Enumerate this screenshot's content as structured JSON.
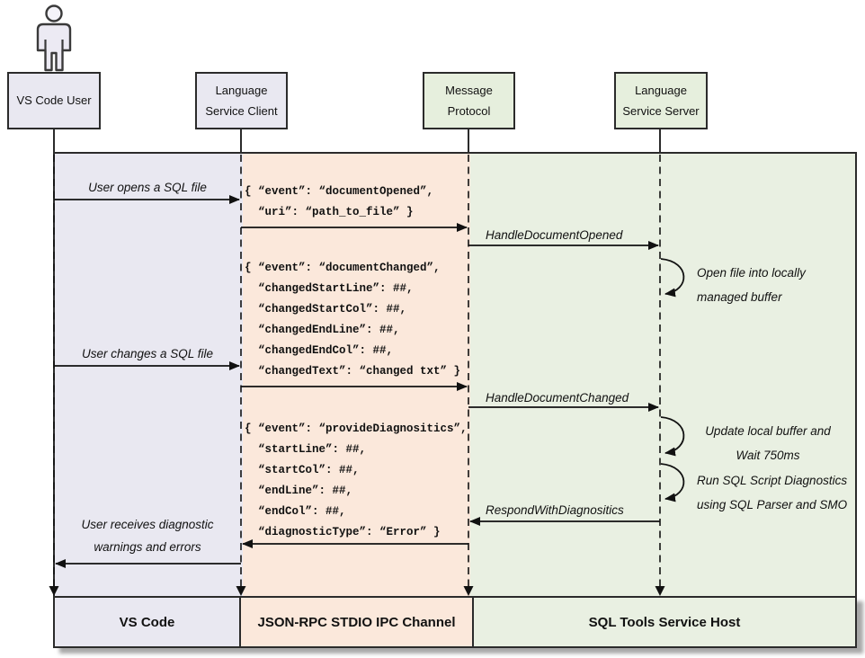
{
  "diagram_title": "VS Code SQL Tools language service sequence diagram",
  "colors": {
    "lavender": "#e9e8f1",
    "peach": "#fbe8db",
    "green": "#e9f0e2",
    "line": "#2b2b2b"
  },
  "actors": [
    {
      "name": "vscode-user",
      "line1": "VS Code User",
      "line2": ""
    },
    {
      "name": "language-service-client",
      "line1": "Language",
      "line2": "Service Client"
    },
    {
      "name": "message-protocol",
      "line1": "Message",
      "line2": "Protocol"
    },
    {
      "name": "language-service-server",
      "line1": "Language",
      "line2": "Service Server"
    }
  ],
  "messages": {
    "user_opens": "User opens a SQL file",
    "user_changes": "User changes a SQL file",
    "user_receives": "User receives diagnostic\nwarnings and errors",
    "handle_document_opened": "HandleDocumentOpened",
    "handle_document_changed": "HandleDocumentChanged",
    "respond_with_diagnostics": "RespondWithDiagnositics"
  },
  "notes": {
    "open_file": "Open file into locally\nmanaged buffer",
    "update_buffer": "Update local buffer and\nWait 750ms",
    "run_diagnostics": "Run SQL Script Diagnostics\nusing SQL Parser and SMO"
  },
  "payloads": {
    "document_opened": "{ “event”: “documentOpened”,\n  “uri”: “path_to_file” }",
    "document_changed": "{ “event”: “documentChanged”,\n  “changedStartLine”: ##,\n  “changedStartCol”: ##,\n  “changedEndLine”: ##,\n  “changedEndCol”: ##,\n  “changedText”: “changed txt” }",
    "provide_diagnostics": "{ “event”: “provideDiagnositics”,\n  “startLine”: ##,\n  “startCol”: ##,\n  “endLine”: ##,\n  “endCol”: ##,\n  “diagnosticType”: “Error” }"
  },
  "footers": [
    {
      "label": "VS Code"
    },
    {
      "label": "JSON-RPC STDIO IPC Channel"
    },
    {
      "label": "SQL Tools Service Host"
    }
  ]
}
